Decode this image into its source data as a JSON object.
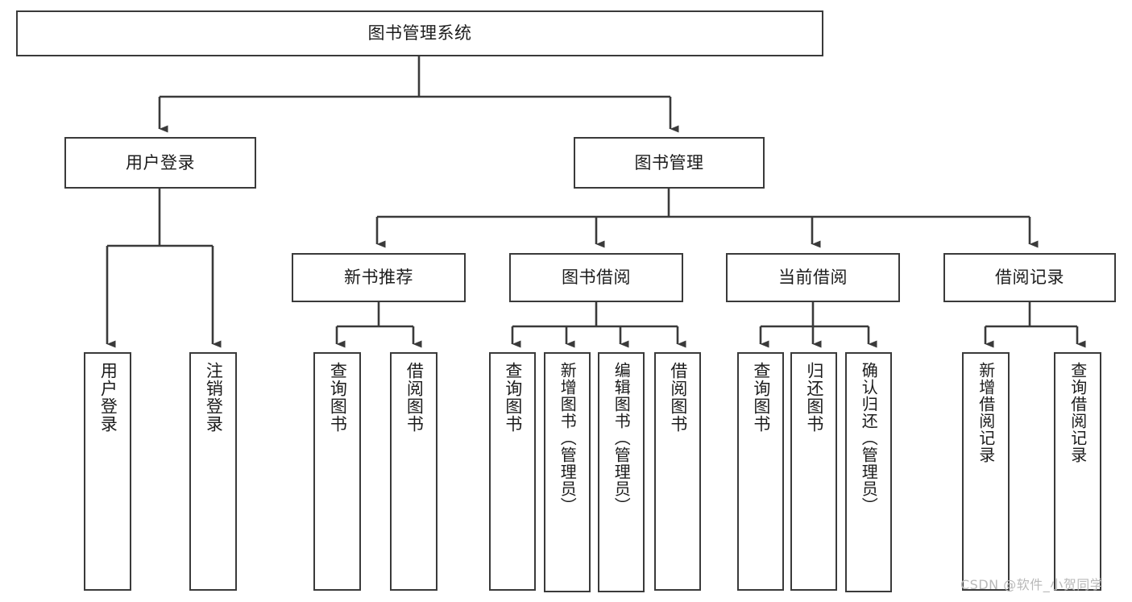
{
  "diagram": {
    "type": "tree",
    "title": "图书管理系统",
    "watermark": "CSDN @软件_小贺同学",
    "colors": {
      "stroke": "#3a3a3a",
      "fill": "#ffffff",
      "text": "#1c1c1c",
      "watermark": "#b9b9b9"
    },
    "nodes": {
      "root": {
        "label": "图书管理系统"
      },
      "level2": [
        {
          "label": "用户登录"
        },
        {
          "label": "图书管理"
        }
      ],
      "level3": [
        {
          "label": "新书推荐"
        },
        {
          "label": "图书借阅"
        },
        {
          "label": "当前借阅"
        },
        {
          "label": "借阅记录"
        }
      ],
      "leaves": {
        "user_login": [
          {
            "label": "用户登录"
          },
          {
            "label": "注销登录"
          }
        ],
        "new_book": [
          {
            "label": "查询图书"
          },
          {
            "label": "借阅图书"
          }
        ],
        "book_borrow": [
          {
            "label": "查询图书"
          },
          {
            "label": "新增图书（管理员）"
          },
          {
            "label": "编辑图书（管理员）"
          },
          {
            "label": "借阅图书"
          }
        ],
        "current_borrow": [
          {
            "label": "查询图书"
          },
          {
            "label": "归还图书"
          },
          {
            "label": "确认归还（管理员）"
          }
        ],
        "borrow_record": [
          {
            "label": "新增借阅记录"
          },
          {
            "label": "查询借阅记录"
          }
        ]
      }
    }
  }
}
